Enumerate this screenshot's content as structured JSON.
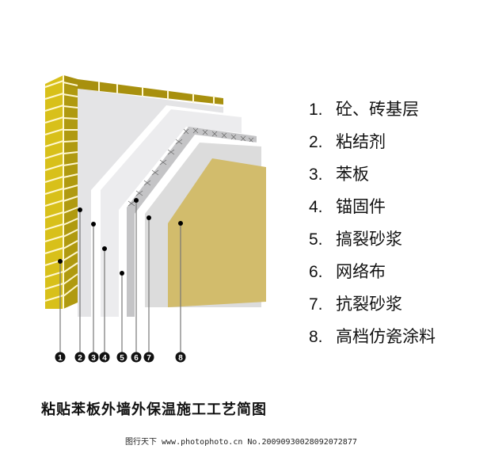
{
  "legend": {
    "items": [
      {
        "num": "1.",
        "label": "砼、砖基层"
      },
      {
        "num": "2.",
        "label": "粘结剂"
      },
      {
        "num": "3.",
        "label": "苯板"
      },
      {
        "num": "4.",
        "label": "锚固件"
      },
      {
        "num": "5.",
        "label": "搞裂砂浆"
      },
      {
        "num": "6.",
        "label": "网络布"
      },
      {
        "num": "7.",
        "label": "抗裂砂浆"
      },
      {
        "num": "8.",
        "label": "高档仿瓷涂料"
      }
    ]
  },
  "markers": [
    "1",
    "2",
    "3",
    "4",
    "5",
    "6",
    "7",
    "8"
  ],
  "caption": "粘贴苯板外墙外保温施工工艺简图",
  "watermark": "图行天下 www.photophoto.cn  No.20090930028092072877",
  "colors": {
    "brick_light": "#d8c01a",
    "brick_dark": "#a8900e",
    "mortar": "#fff8d0",
    "layer_gray": "#e6e6e6",
    "mesh": "#c8c8c8",
    "finish": "#d2bc6c"
  }
}
